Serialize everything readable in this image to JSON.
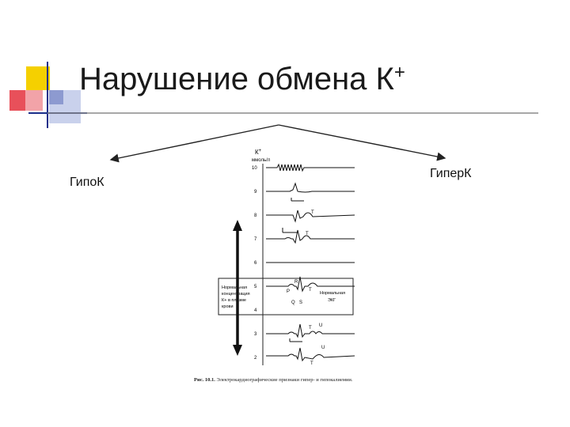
{
  "slide": {
    "title": "Нарушение обмена К",
    "title_sup": "+",
    "left_label": "Гипо",
    "left_label_sup": "К",
    "right_label": "Гипер",
    "right_label_sup": "К"
  },
  "figure": {
    "y_axis_label_top": "К",
    "y_axis_label_sup": "+",
    "y_axis_unit": "ммоль/л",
    "ticks": [
      "10",
      "9",
      "8",
      "7",
      "6",
      "5",
      "4",
      "3",
      "2"
    ],
    "normal_box_lines": [
      "Нормальная",
      "концентрация",
      "К+ в плазме",
      "крови"
    ],
    "wave_labels": {
      "R": "R",
      "P": "P",
      "T": "T",
      "Q": "Q",
      "S": "S",
      "U": "U"
    },
    "normal_ecg_label_lines": [
      "Нормальная",
      "ЭКГ"
    ],
    "caption_number": "Рис. 10.1.",
    "caption_text": "Электрокардиографические признаки гипер- и гипокалиемии."
  },
  "colors": {
    "accent_yellow": "#f5d000",
    "accent_red": "#e8505a",
    "accent_blue": "#1a2f8a",
    "rule_gray": "#8a8a8a"
  }
}
